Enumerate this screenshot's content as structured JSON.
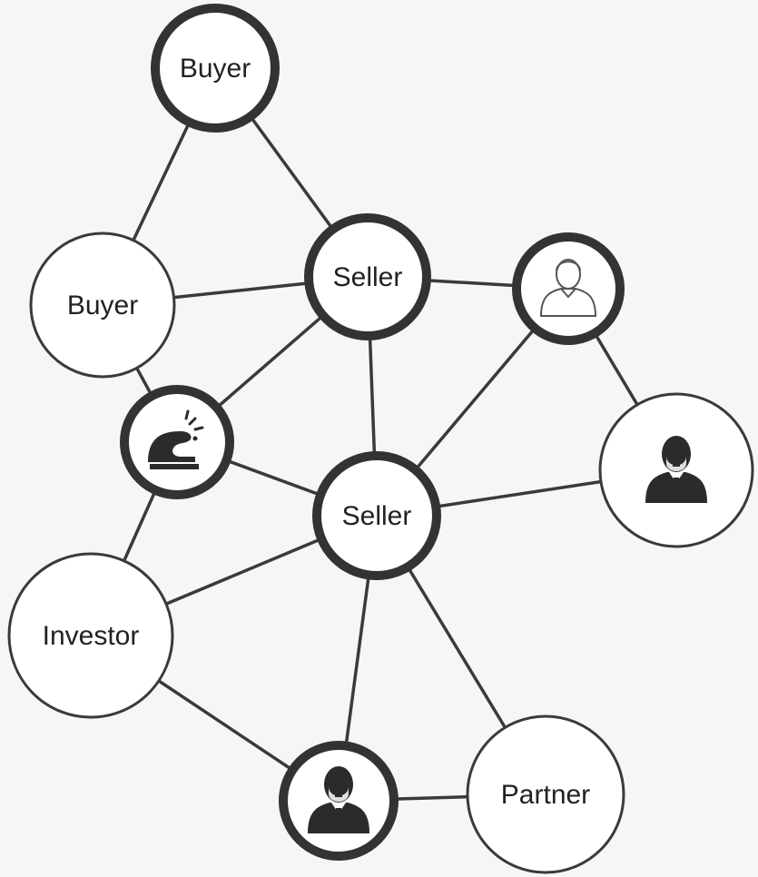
{
  "colors": {
    "background": "#f6f6f5",
    "edge": "#3a3a3a",
    "node_fill": "#ffffff",
    "node_stroke": "#333333",
    "text": "#222222"
  },
  "nodes": [
    {
      "id": "buyer-top",
      "label": "Buyer",
      "style": "thick"
    },
    {
      "id": "buyer-left",
      "label": "Buyer",
      "style": "thin"
    },
    {
      "id": "seller-top",
      "label": "Seller",
      "style": "thick"
    },
    {
      "id": "person-outline",
      "label": "",
      "icon": "person-outline-icon",
      "style": "thick"
    },
    {
      "id": "phone-node",
      "label": "",
      "icon": "ringing-phone-icon",
      "style": "thick"
    },
    {
      "id": "businessman-right",
      "label": "",
      "icon": "businessman-icon",
      "style": "thin"
    },
    {
      "id": "seller-center",
      "label": "Seller",
      "style": "thick"
    },
    {
      "id": "investor",
      "label": "Investor",
      "style": "thin"
    },
    {
      "id": "businessman-bottom",
      "label": "",
      "icon": "businessman-icon",
      "style": "thick"
    },
    {
      "id": "partner",
      "label": "Partner",
      "style": "thin"
    }
  ],
  "edges": [
    [
      "buyer-top",
      "buyer-left"
    ],
    [
      "buyer-top",
      "seller-top"
    ],
    [
      "buyer-left",
      "seller-top"
    ],
    [
      "buyer-left",
      "phone-node"
    ],
    [
      "seller-top",
      "person-outline"
    ],
    [
      "seller-top",
      "phone-node"
    ],
    [
      "seller-top",
      "seller-center"
    ],
    [
      "person-outline",
      "seller-center"
    ],
    [
      "person-outline",
      "businessman-right"
    ],
    [
      "phone-node",
      "seller-center"
    ],
    [
      "phone-node",
      "investor"
    ],
    [
      "seller-center",
      "businessman-right"
    ],
    [
      "seller-center",
      "investor"
    ],
    [
      "seller-center",
      "businessman-bottom"
    ],
    [
      "seller-center",
      "partner"
    ],
    [
      "investor",
      "businessman-bottom"
    ],
    [
      "businessman-bottom",
      "partner"
    ]
  ]
}
